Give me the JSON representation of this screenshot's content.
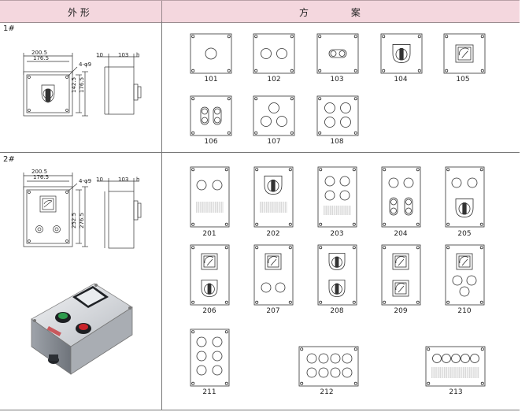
{
  "header": {
    "left_label": "外 形",
    "right_label": "方 案"
  },
  "rows": [
    {
      "num": "1#"
    },
    {
      "num": "2#"
    }
  ],
  "dimensions": {
    "r1": {
      "w_outer": "200.5",
      "w_inner": "176.5",
      "holes": "4-φ9",
      "h_inner": "142.5",
      "h_outer": "176.5",
      "depth_a": "10",
      "depth_b": "103",
      "depth_c": "h"
    },
    "r2": {
      "w_outer": "200.5",
      "w_inner": "176.5",
      "holes": "4-φ9",
      "h_inner": "252.5",
      "h_outer": "276.5",
      "depth_a": "10",
      "depth_b": "103",
      "depth_c": "h"
    }
  },
  "schemes_row1": [
    {
      "code": "101",
      "kind": "single-button"
    },
    {
      "code": "102",
      "kind": "two-buttons"
    },
    {
      "code": "103",
      "kind": "double-lamp"
    },
    {
      "code": "104",
      "kind": "rotary-switch"
    },
    {
      "code": "105",
      "kind": "meter"
    },
    {
      "code": "106",
      "kind": "two-double-lamps"
    },
    {
      "code": "107",
      "kind": "three-buttons"
    },
    {
      "code": "108",
      "kind": "four-buttons"
    }
  ],
  "schemes_row2": [
    {
      "code": "201",
      "kind": "two-buttons-grille"
    },
    {
      "code": "202",
      "kind": "switch-grille"
    },
    {
      "code": "203",
      "kind": "four-buttons-grille"
    },
    {
      "code": "204",
      "kind": "buttons-double-lamps"
    },
    {
      "code": "205",
      "kind": "buttons-switch"
    },
    {
      "code": "206",
      "kind": "meter-switch"
    },
    {
      "code": "207",
      "kind": "meter-buttons"
    },
    {
      "code": "208",
      "kind": "two-switches"
    },
    {
      "code": "209",
      "kind": "two-meters"
    },
    {
      "code": "210",
      "kind": "meter-three-buttons"
    },
    {
      "code": "211",
      "kind": "six-buttons"
    },
    {
      "code": "212",
      "kind": "eight-buttons-wide"
    },
    {
      "code": "213",
      "kind": "five-buttons-grille-wide"
    }
  ]
}
